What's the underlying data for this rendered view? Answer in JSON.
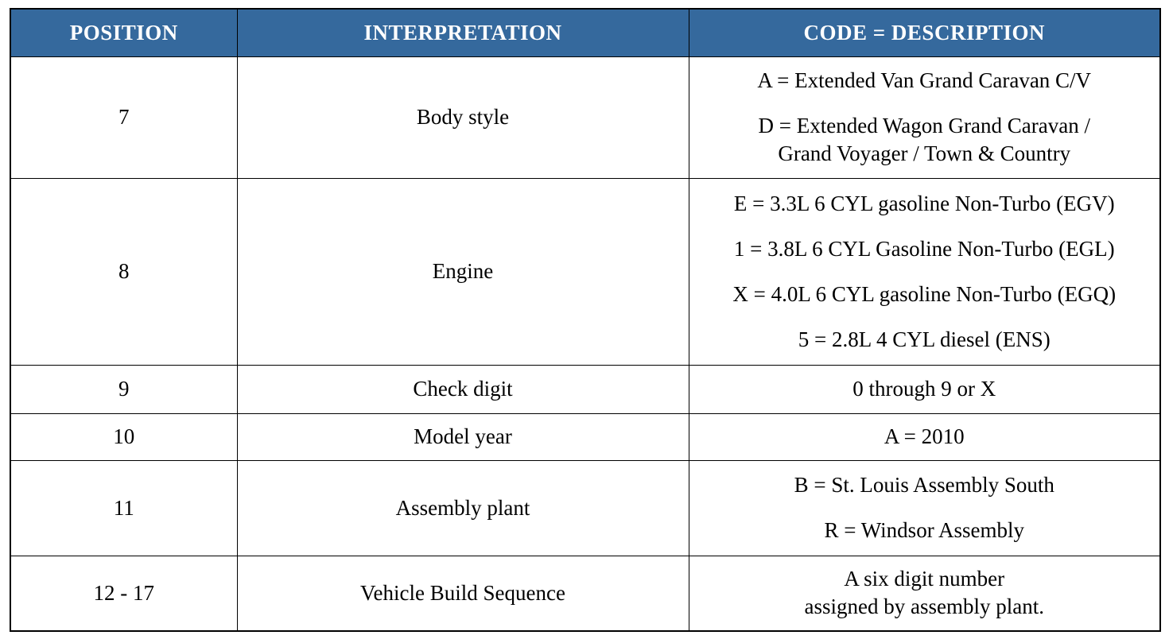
{
  "colors": {
    "header_bg": "#35699d",
    "header_text": "#ffffff",
    "body_text": "#000000",
    "border": "#000000",
    "page_bg": "#ffffff"
  },
  "table": {
    "headers": [
      {
        "label": "POSITION"
      },
      {
        "label": "INTERPRETATION"
      },
      {
        "label": "CODE = DESCRIPTION"
      }
    ],
    "rows": [
      {
        "position": "7",
        "interpretation": "Body style",
        "codes": [
          [
            "A = Extended Van Grand Caravan C/V"
          ],
          [
            "D = Extended Wagon Grand Caravan /",
            "Grand Voyager / Town & Country"
          ]
        ]
      },
      {
        "position": "8",
        "interpretation": "Engine",
        "codes": [
          [
            "E = 3.3L 6 CYL gasoline Non-Turbo (EGV)"
          ],
          [
            "1 = 3.8L 6 CYL Gasoline Non-Turbo (EGL)"
          ],
          [
            "X = 4.0L 6 CYL gasoline Non-Turbo (EGQ)"
          ],
          [
            "5 = 2.8L 4 CYL diesel (ENS)"
          ]
        ]
      },
      {
        "position": "9",
        "interpretation": "Check digit",
        "codes": [
          [
            "0 through 9 or X"
          ]
        ]
      },
      {
        "position": "10",
        "interpretation": "Model year",
        "codes": [
          [
            "A = 2010"
          ]
        ]
      },
      {
        "position": "11",
        "interpretation": "Assembly plant",
        "codes": [
          [
            "B = St. Louis Assembly South"
          ],
          [
            "R = Windsor Assembly"
          ]
        ]
      },
      {
        "position": "12 - 17",
        "interpretation": "Vehicle Build Sequence",
        "codes": [
          [
            "A six digit number",
            "assigned by assembly plant."
          ]
        ]
      }
    ]
  }
}
